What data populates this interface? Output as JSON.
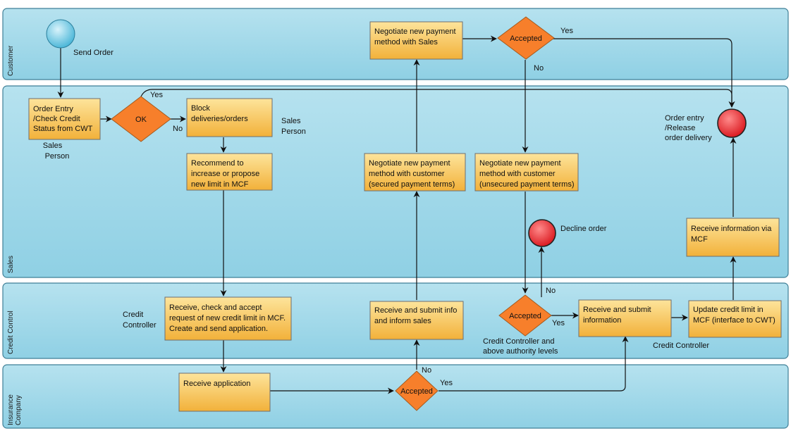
{
  "lanes": [
    {
      "label": "Customer"
    },
    {
      "label": "Sales"
    },
    {
      "label": "Credit Control"
    },
    {
      "label": "Insurance Company"
    }
  ],
  "events": {
    "start_label": "Send Order",
    "end_release_label": [
      "Order entry",
      "/Release",
      "order delivery"
    ],
    "end_decline_label": "Decline order"
  },
  "tasks": {
    "order_entry": [
      "Order Entry",
      "/Check Credit",
      "Status from CWT"
    ],
    "block": [
      "Block",
      "deliveries/orders"
    ],
    "recommend": [
      "Recommend to",
      "increase or propose",
      "new limit in MCF"
    ],
    "negotiate_sales": [
      "Negotiate new payment",
      "method with Sales"
    ],
    "negotiate_secured": [
      "Negotiate new payment",
      "method with customer",
      "(secured payment terms)"
    ],
    "negotiate_unsecured": [
      "Negotiate new payment",
      "method with customer",
      "(unsecured payment terms)"
    ],
    "receive_info_mcf": [
      "Receive information via",
      "MCF"
    ],
    "receive_check": [
      "Receive, check and accept",
      "request of new credit limit in MCF.",
      "Create and send application."
    ],
    "receive_submit_inform": [
      "Receive and submit info",
      "and inform sales"
    ],
    "receive_submit_information": [
      "Receive and submit",
      "information"
    ],
    "update_credit": [
      "Update credit limit in",
      "MCF (interface to CWT)"
    ],
    "receive_application": [
      "Receive application"
    ]
  },
  "gateways": {
    "ok": "OK",
    "customer_accepted": "Accepted",
    "cc_accepted": "Accepted",
    "ins_accepted": "Accepted"
  },
  "roles": {
    "sales_person_1": [
      "Sales",
      "Person"
    ],
    "sales_person_2": [
      "Sales",
      "Person"
    ],
    "credit_controller_1": [
      "Credit",
      "Controller"
    ],
    "credit_controller_above": [
      "Credit Controller and",
      "above authority levels"
    ],
    "credit_controller_2": "Credit Controller"
  },
  "flow_labels": {
    "yes": "Yes",
    "no": "No"
  }
}
